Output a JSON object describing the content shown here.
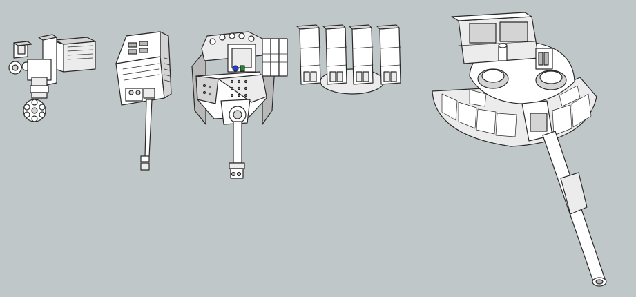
{
  "scene": {
    "background": "#bfc7c9",
    "line_color": "#2a2a2a",
    "models": [
      {
        "id": "gatling-mount"
      },
      {
        "id": "box-turret"
      },
      {
        "id": "riveted-turret"
      },
      {
        "id": "missile-pods"
      },
      {
        "id": "main-battle-turret"
      }
    ],
    "accents": {
      "blue": "#1f3fd0",
      "green": "#1f8a2e"
    }
  }
}
